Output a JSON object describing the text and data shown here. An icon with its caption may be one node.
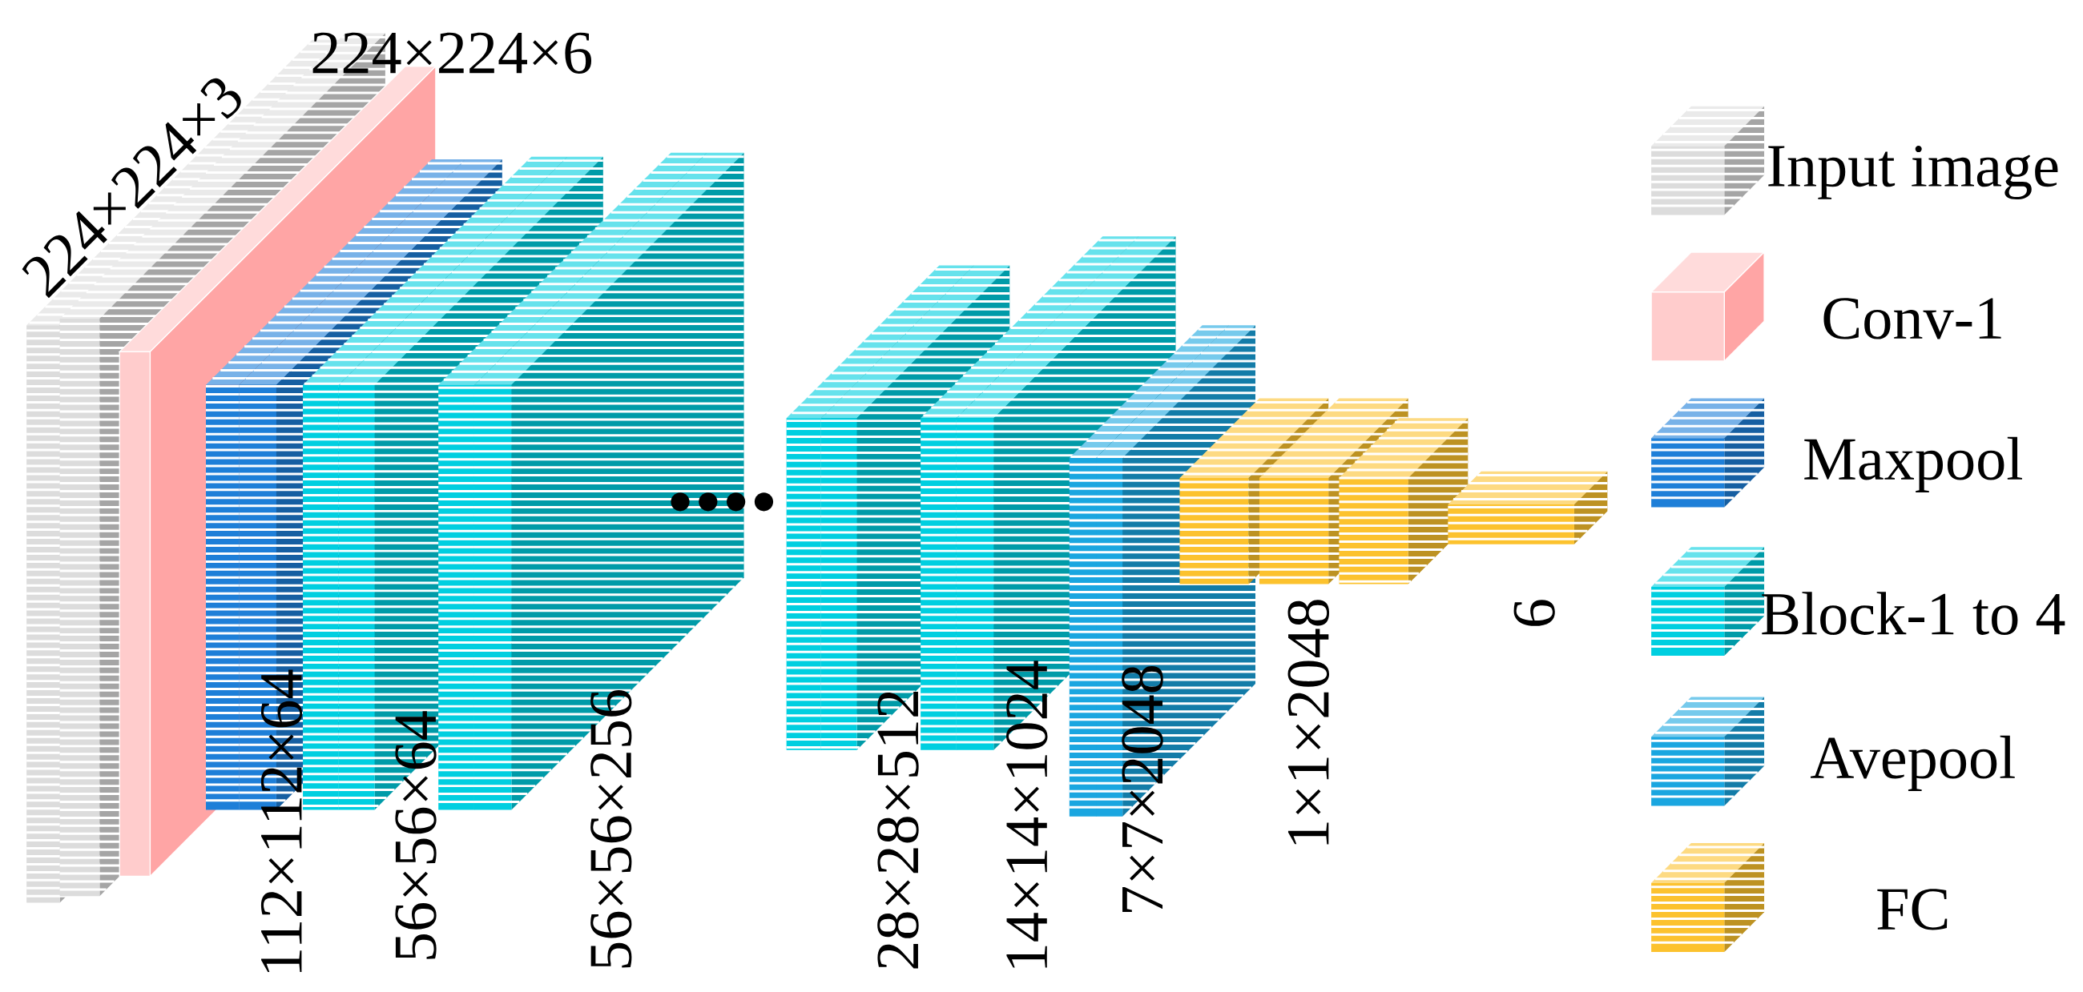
{
  "diagram": {
    "labels": [
      "224×224×3",
      "224×224×6",
      "112×112×64",
      "56×56×64",
      "56×56×256",
      "28×28×512",
      "14×14×1024",
      "7×7×2048",
      "1×1×2048",
      "6"
    ],
    "legend": [
      {
        "text": "Input image",
        "color": "#dcdcdc"
      },
      {
        "text": "Conv-1",
        "color": "#ffcccc"
      },
      {
        "text": "Maxpool",
        "color": "#1e7fd8"
      },
      {
        "text": "Block-1 to 4",
        "color": "#00cfe0"
      },
      {
        "text": "Avepool",
        "color": "#1aa6e0"
      },
      {
        "text": "FC",
        "color": "#fcc22e"
      }
    ]
  }
}
